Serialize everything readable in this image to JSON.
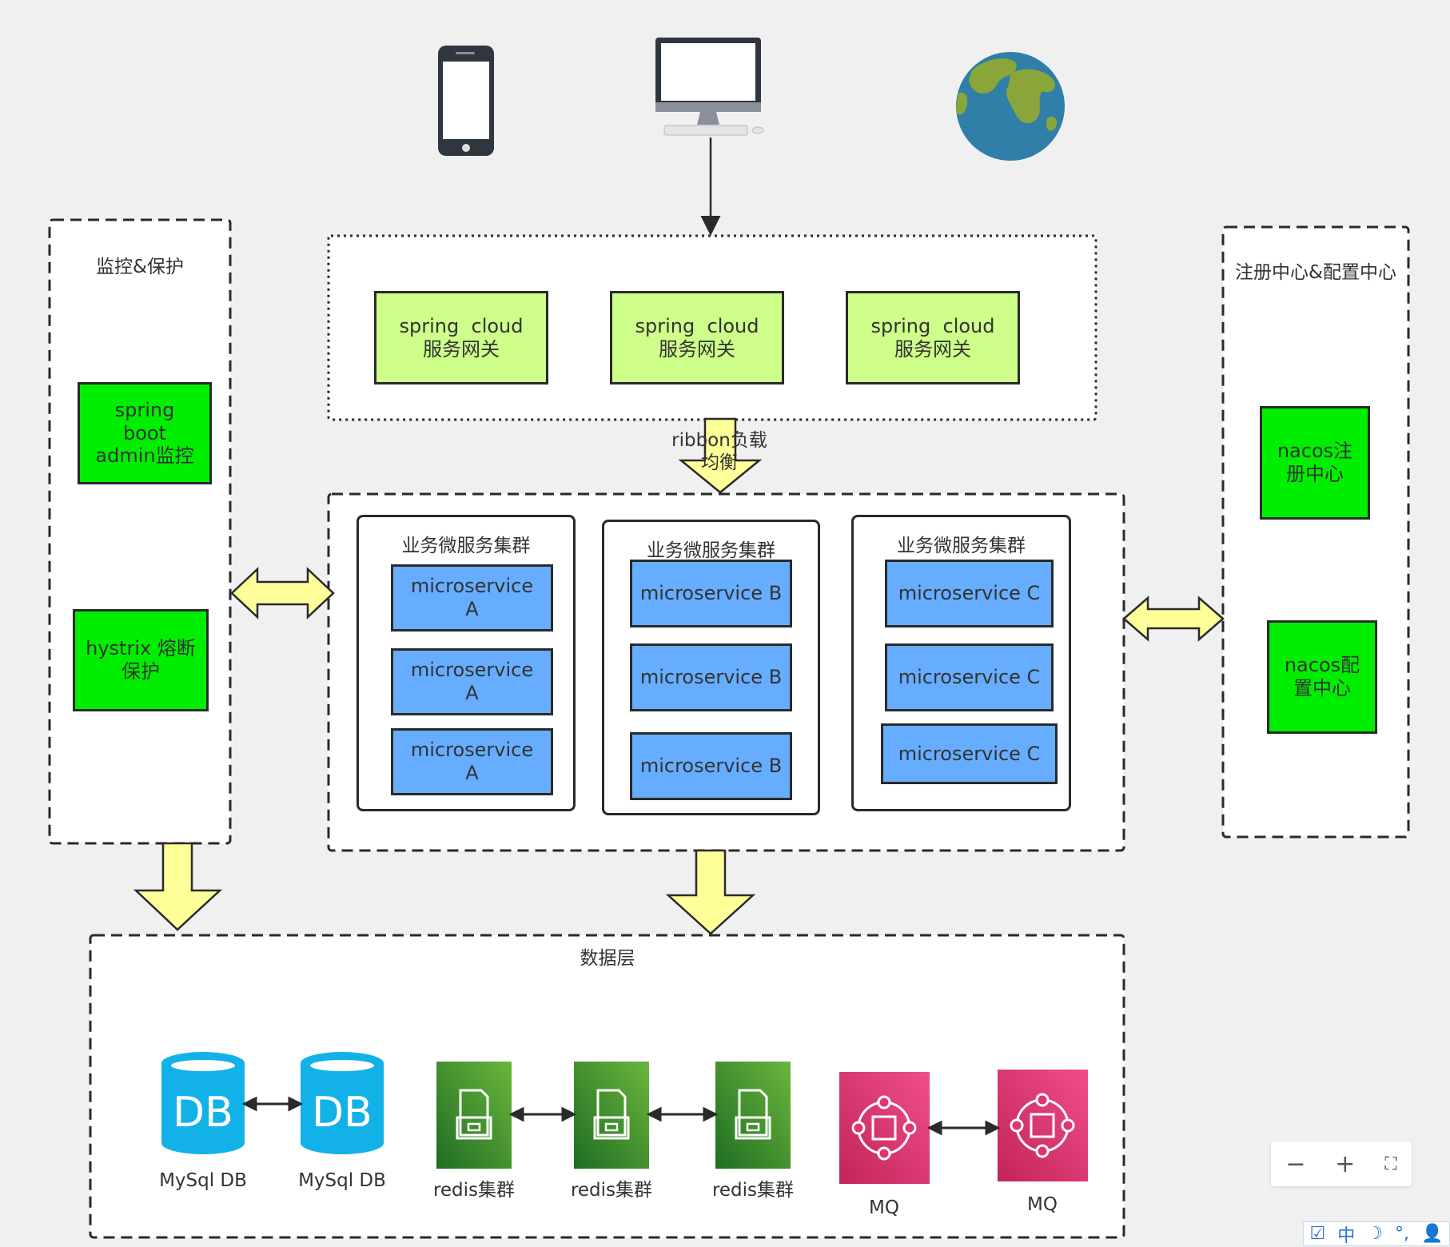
{
  "left_panel": {
    "title": "监控&保护",
    "items": [
      "spring\nboot\nadmin监控",
      "hystrix 熔断\n保护"
    ]
  },
  "gateway": {
    "items": [
      "spring  cloud\n服务网关",
      "spring  cloud\n服务网关",
      "spring  cloud\n服务网关"
    ]
  },
  "ribbon_label": "ribbon负载\n均衡",
  "clusters": [
    {
      "title": "业务微服务集群",
      "services": [
        "microservice\nA",
        "microservice\nA",
        "microservice\nA"
      ]
    },
    {
      "title": "业务微服务集群",
      "services": [
        "microservice B",
        "microservice B",
        "microservice B"
      ]
    },
    {
      "title": "业务微服务集群",
      "services": [
        "microservice C",
        "microservice C",
        "microservice C"
      ]
    }
  ],
  "right_panel": {
    "title": "注册中心&配置中心",
    "items": [
      "nacos注\n册中心",
      "nacos配\n置中心"
    ]
  },
  "data_layer": {
    "title": "数据层",
    "db_glyph": "DB",
    "dbs": [
      "MySql DB",
      "MySql DB"
    ],
    "redis": [
      "redis集群",
      "redis集群",
      "redis集群"
    ],
    "mq": [
      "MQ",
      "MQ"
    ]
  },
  "zoom": {
    "minus": "−",
    "plus": "+",
    "fit": "⛶"
  },
  "ime": {
    "items": [
      "☑",
      "中",
      "☽",
      "°,",
      "👤"
    ]
  },
  "colors": {
    "gateway_fill": "#cdff8a",
    "green_fill": "#00ee00",
    "microservice_fill": "#66adff",
    "arrow_fill": "#ffff99",
    "redis_fill": "#3f8f2b",
    "mq_fill": "#e0336f",
    "db_fill": "#12b2e8",
    "globe_ocean": "#2f7fa8",
    "globe_land": "#8aa63a"
  }
}
